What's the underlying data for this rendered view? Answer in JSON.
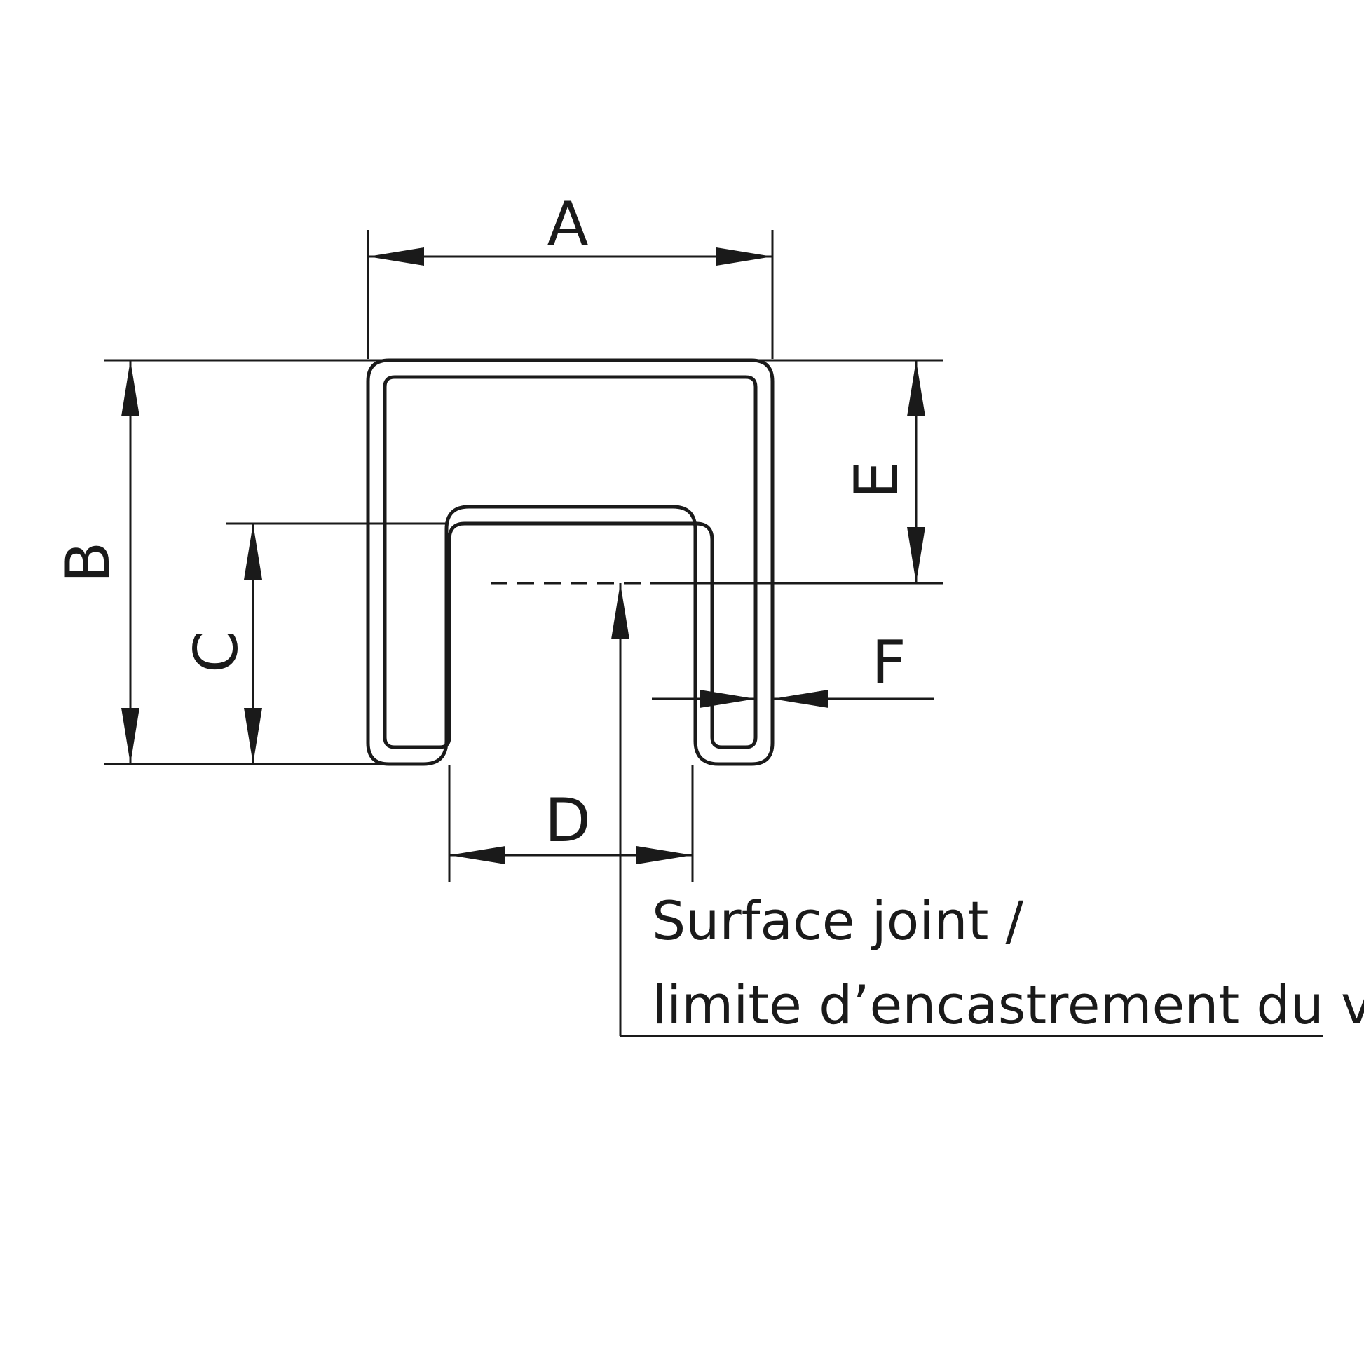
{
  "diagram": {
    "dimensions": {
      "a": "A",
      "b": "B",
      "c": "C",
      "d": "D",
      "e": "E",
      "f": "F"
    },
    "note": {
      "line1": "Surface joint /",
      "line2": "limite d’encastrement du verre"
    },
    "colors": {
      "line": "#1a1a1a",
      "background": "#ffffff"
    }
  }
}
